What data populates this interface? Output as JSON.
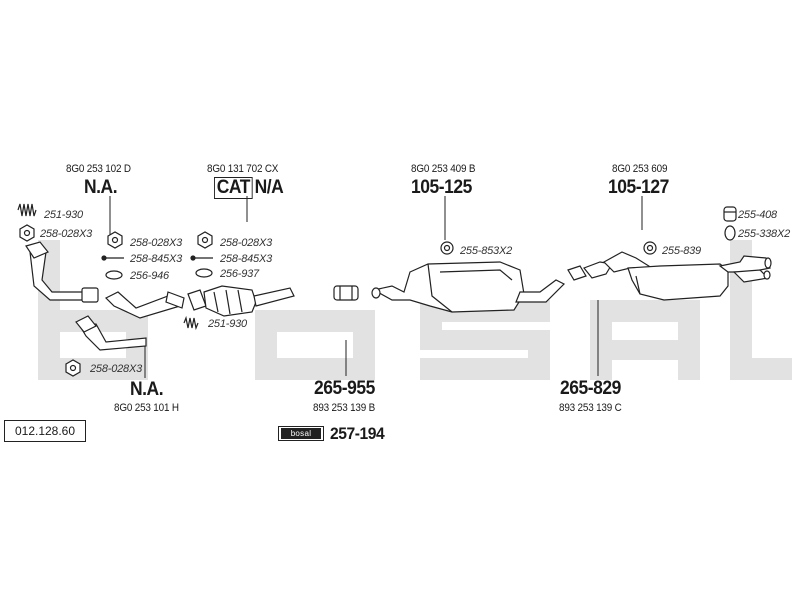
{
  "diagram": {
    "number": "012.128.60",
    "brand_badge": "bosal",
    "watermark_color": "#e2e2e2",
    "line_color": "#222222"
  },
  "labels": {
    "front_left_oem": "8G0 253 102 D",
    "front_left_code": "N.A.",
    "front_right_oem": "8G0 253 101 H",
    "front_right_code": "N.A.",
    "cat_oem": "8G0 131 702 CX",
    "cat_box": "CAT",
    "cat_code": "N/A",
    "centre_oem": "8G0 253 409 B",
    "centre_code": "105-125",
    "rear_oem": "8G0 253 609",
    "rear_code": "105-127",
    "mid_pipe_code": "265-955",
    "mid_pipe_oem": "893 253 139 B",
    "rear_pipe_code": "265-829",
    "rear_pipe_oem": "893 253 139 C",
    "kit_code": "257-194"
  },
  "parts": {
    "p251_930_a": "251-930",
    "p258_028x3_a": "258-028X3",
    "p258_028x3_b": "258-028X3",
    "p258_845x3_a": "258-845X3",
    "p256_946": "256-946",
    "p258_028x3_c": "258-028X3",
    "p258_845x3_b": "258-845X3",
    "p256_937": "256-937",
    "p251_930_b": "251-930",
    "p258_028x3_d": "258-028X3",
    "p255_853x2": "255-853X2",
    "p255_839": "255-839",
    "p255_408": "255-408",
    "p255_338x2": "255-338X2"
  }
}
